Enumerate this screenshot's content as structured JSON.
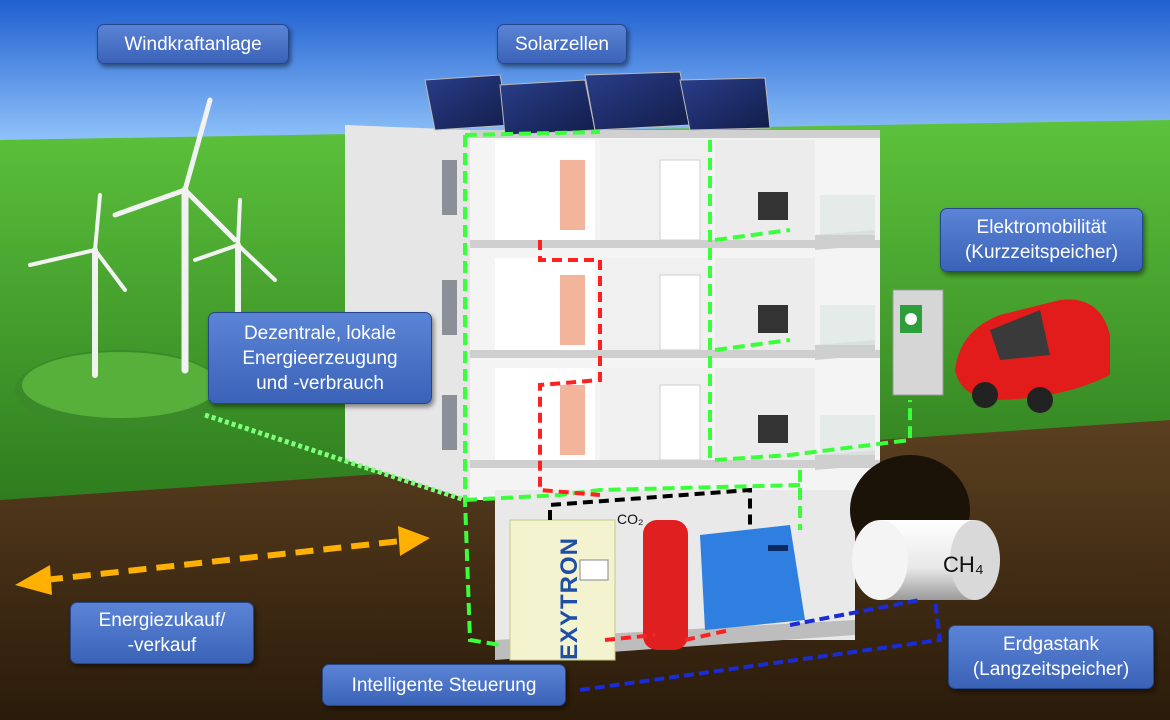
{
  "labels": {
    "wind": "Windkraftanlage",
    "solar": "Solarzellen",
    "emobility": "Elektromobilität\n(Kurzzeitspeicher)",
    "decentral": "Dezentrale, lokale\nEnergieerzeugung\nund -verbrauch",
    "trade": "Energiezukauf/\n-verkauf",
    "control": "Intelligente Steuerung",
    "gastank": "Erdgastank\n(Langzeitspeicher)"
  },
  "marks": {
    "co2": "CO₂",
    "ch4": "CH₄",
    "brand": "EXYTRON"
  },
  "colors": {
    "sky": "#2f6fd6",
    "grass": "#3f9b2c",
    "soil": "#4a3418",
    "label_bg": "#4a72c8",
    "power_line": "#3cff3c",
    "heat_line": "#ff2020",
    "gas_line": "#1a2bd8",
    "co2_line": "#000000",
    "trade_arrow": "#ffb000"
  }
}
